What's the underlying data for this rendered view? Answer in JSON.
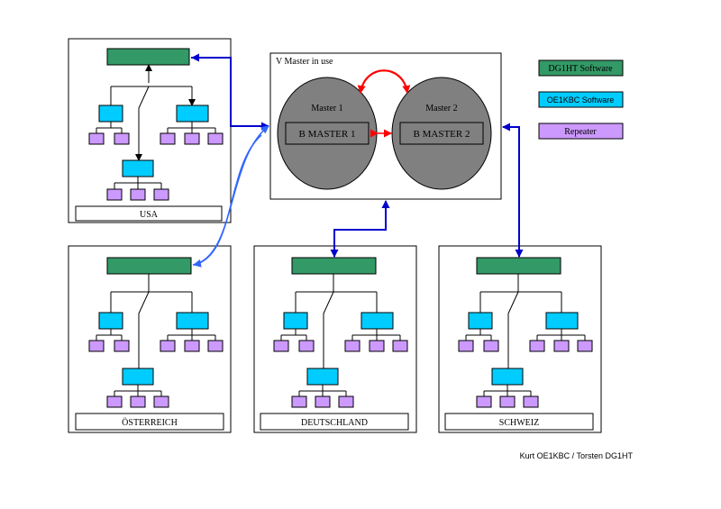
{
  "legend": {
    "items": [
      {
        "label": "DG1HT Software",
        "color": "#339966"
      },
      {
        "label": "OE1KBC Software",
        "color": "#00ccff"
      },
      {
        "label": "Repeater",
        "color": "#cc99ff"
      }
    ]
  },
  "master": {
    "title": "V Master in use",
    "master1": {
      "title": "Master 1",
      "box_label": "B MASTER 1"
    },
    "master2": {
      "title": "Master 2",
      "box_label": "B MASTER 2"
    }
  },
  "regions": {
    "usa": {
      "label": "USA"
    },
    "oesterreich": {
      "label": "ÖSTERREICH"
    },
    "deutschland": {
      "label": "DEUTSCHLAND"
    },
    "schweiz": {
      "label": "SCHWEIZ"
    }
  },
  "credit": "Kurt OE1KBC / Torsten DG1HT",
  "colors": {
    "dg1ht_green": "#339966",
    "oe1kbc_cyan": "#00ccff",
    "repeater_purple": "#cc99ff",
    "master_gray": "#808080",
    "link_blue": "#0000cc",
    "link_lightblue": "#3366ff",
    "link_red": "#ff0000"
  }
}
